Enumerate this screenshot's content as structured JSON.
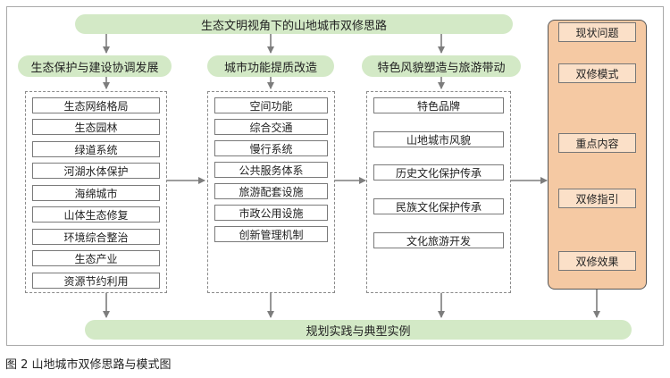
{
  "top_banner": "生态文明视角下的山地城市双修思路",
  "columns": [
    {
      "title": "生态保护与建设协调发展",
      "items": [
        "生态网络格局",
        "生态园林",
        "绿道系统",
        "河湖水体保护",
        "海绵城市",
        "山体生态修复",
        "环境综合整治",
        "生态产业",
        "资源节约利用"
      ]
    },
    {
      "title": "城市功能提质改造",
      "items": [
        "空间功能",
        "综合交通",
        "慢行系统",
        "公共服务体系",
        "旅游配套设施",
        "市政公用设施",
        "创新管理机制"
      ]
    },
    {
      "title": "特色风貌塑造与旅游带动",
      "items": [
        "特色品牌",
        "山地城市风貌",
        "历史文化保护传承",
        "民族文化保护传承",
        "文化旅游开发"
      ]
    }
  ],
  "process_steps": [
    "现状问题",
    "双修模式",
    "重点内容",
    "双修指引",
    "双修效果"
  ],
  "bottom_banner": "规划实践与典型实例",
  "caption": "图 2  山地城市双修思路与模式图",
  "colors": {
    "banner_green": "#d3e9c6",
    "panel_orange": "#f5c9a3",
    "step_fill": "#fbe0c8",
    "arrow_gray": "#7d7d7d"
  }
}
